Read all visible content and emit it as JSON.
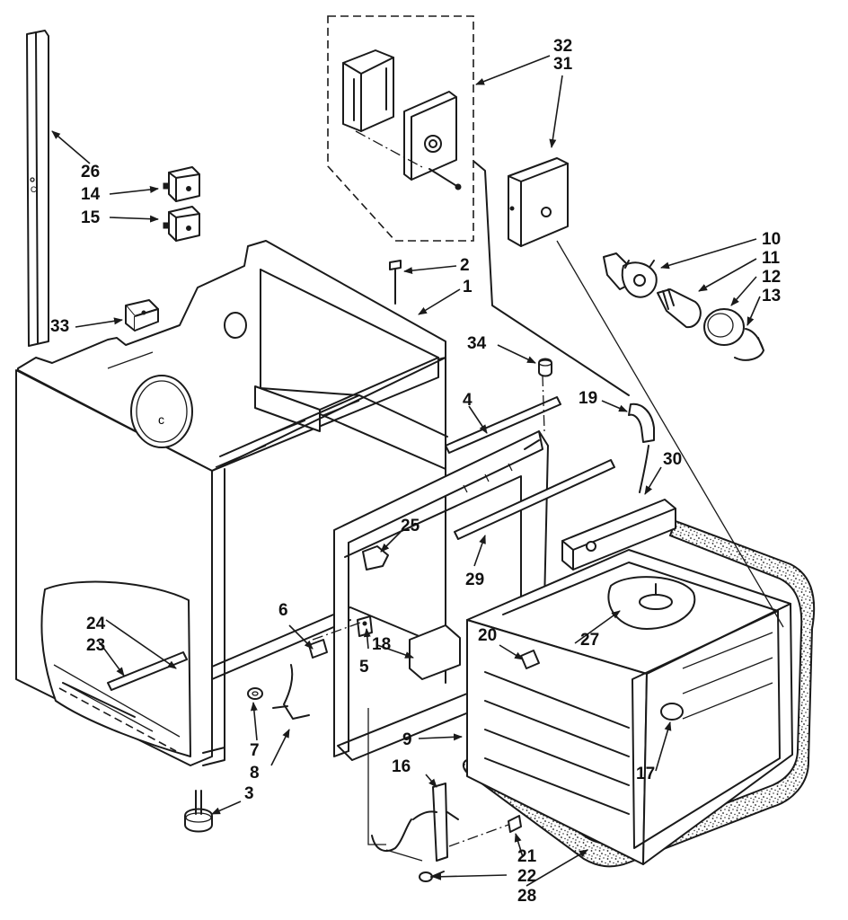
{
  "diagram": {
    "part_labels": [
      {
        "id": "p32",
        "text": "32"
      },
      {
        "id": "p31",
        "text": "31"
      },
      {
        "id": "p26",
        "text": "26"
      },
      {
        "id": "p14",
        "text": "14"
      },
      {
        "id": "p15",
        "text": "15"
      },
      {
        "id": "p2",
        "text": "2"
      },
      {
        "id": "p1",
        "text": "1"
      },
      {
        "id": "p10",
        "text": "10"
      },
      {
        "id": "p11",
        "text": "11"
      },
      {
        "id": "p12",
        "text": "12"
      },
      {
        "id": "p13",
        "text": "13"
      },
      {
        "id": "p33",
        "text": "33"
      },
      {
        "id": "p34",
        "text": "34"
      },
      {
        "id": "p4",
        "text": "4"
      },
      {
        "id": "p19",
        "text": "19"
      },
      {
        "id": "p30",
        "text": "30"
      },
      {
        "id": "p25",
        "text": "25"
      },
      {
        "id": "p29",
        "text": "29"
      },
      {
        "id": "p6",
        "text": "6"
      },
      {
        "id": "p24",
        "text": "24"
      },
      {
        "id": "p23",
        "text": "23"
      },
      {
        "id": "p20",
        "text": "20"
      },
      {
        "id": "p27",
        "text": "27"
      },
      {
        "id": "p18",
        "text": "18"
      },
      {
        "id": "p5",
        "text": "5"
      },
      {
        "id": "p9",
        "text": "9"
      },
      {
        "id": "p7",
        "text": "7"
      },
      {
        "id": "p8",
        "text": "8"
      },
      {
        "id": "p16",
        "text": "16"
      },
      {
        "id": "p17",
        "text": "17"
      },
      {
        "id": "p3",
        "text": "3"
      },
      {
        "id": "p21",
        "text": "21"
      },
      {
        "id": "p22",
        "text": "22"
      },
      {
        "id": "p28",
        "text": "28"
      }
    ],
    "stamped_marks": {
      "c1": "C",
      "c2": "c",
      "c3": "C"
    },
    "colors": {
      "ink": "#1a1a1a",
      "paper": "#ffffff"
    }
  }
}
